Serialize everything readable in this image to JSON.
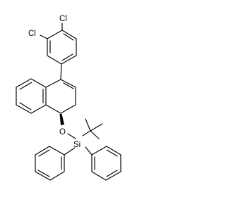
{
  "structure": {
    "atoms": {
      "cl_top": "Cl",
      "cl_left": "Cl",
      "oxygen": "O",
      "silicon": "Si"
    },
    "line_color": "#000000",
    "background": "#ffffff"
  }
}
